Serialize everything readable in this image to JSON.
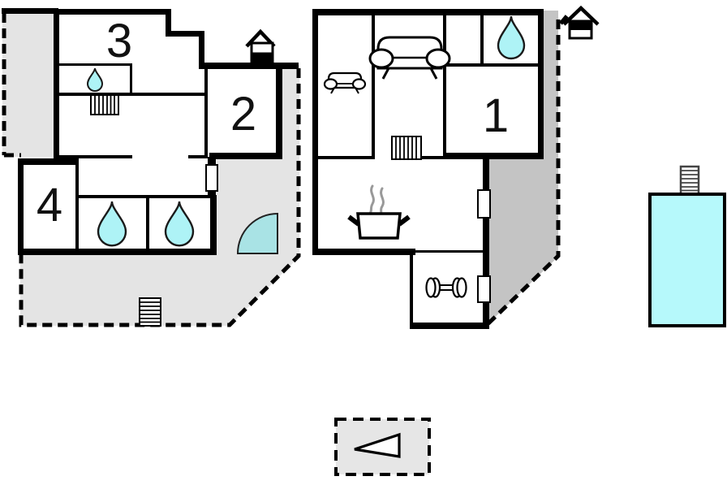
{
  "document": {
    "type": "holiday-home floor plan",
    "levels": {
      "upper": {
        "name": "upper floor plan (left)",
        "marker": "house icon, lower half filled"
      },
      "ground": {
        "name": "ground floor plan (right)",
        "marker": "house icon, upper half filled"
      }
    }
  },
  "rooms": {
    "r1": "1",
    "r2": "2",
    "r3": "3",
    "r4": "4"
  },
  "colors": {
    "wall": "#000000",
    "water": "#aef3f6",
    "pool_water": "#b6f9fb",
    "door_arc": "#a9e3e5",
    "terrace_light": "#e4e4e4",
    "terrace_dark": "#c4c4c4",
    "compass_fill": "#e6e6e6",
    "steam": "#999999"
  },
  "icons": {
    "water_drop": "bathroom water drop",
    "sofa_large": "sofa front view",
    "sofa_small": "small sofa front view",
    "stove_pot": "cooking pot with steam",
    "dumbbell": "fitness dumbbell",
    "stairs_interior": "staircase vertical treads",
    "stairs_terrace": "staircase horizontal treads",
    "pool_ladder": "swimming pool ladder",
    "house_marker": "floor level house marker",
    "direction_arrow": "triangle pointing left",
    "door_leaf": "white door jamb on wall",
    "door_swing": "quarter-circle door swing"
  }
}
